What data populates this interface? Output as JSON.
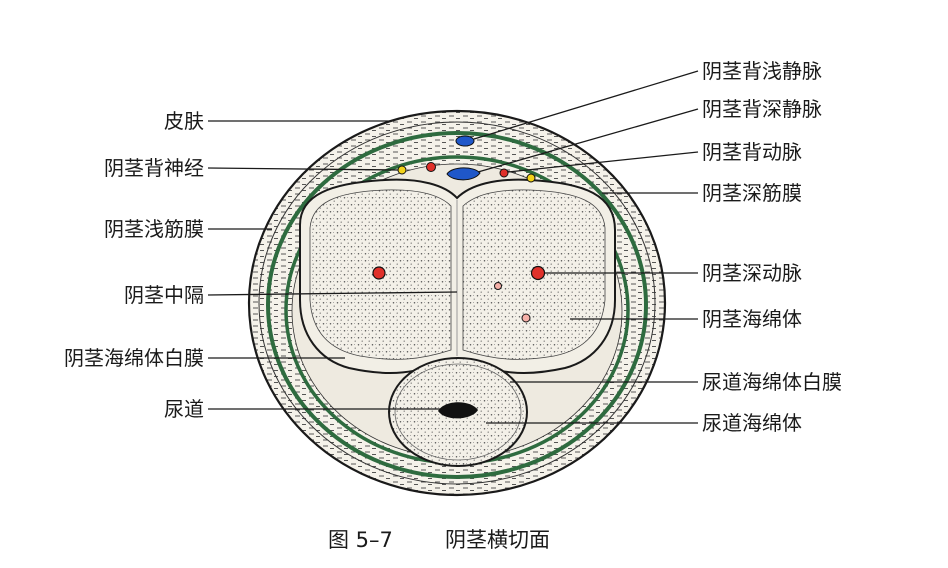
{
  "labels_left": [
    {
      "id": "skin",
      "text": "皮肤"
    },
    {
      "id": "dorsal_nerve",
      "text": "阴茎背神经"
    },
    {
      "id": "superficial_fascia",
      "text": "阴茎浅筋膜"
    },
    {
      "id": "septum",
      "text": "阴茎中隔"
    },
    {
      "id": "tunica_albuginea_cc",
      "text": "阴茎海绵体白膜"
    },
    {
      "id": "urethra",
      "text": "尿道"
    }
  ],
  "labels_right": [
    {
      "id": "superficial_dorsal_vein",
      "text": "阴茎背浅静脉"
    },
    {
      "id": "deep_dorsal_vein",
      "text": "阴茎背深静脉"
    },
    {
      "id": "dorsal_artery",
      "text": "阴茎背动脉"
    },
    {
      "id": "deep_fascia",
      "text": "阴茎深筋膜"
    },
    {
      "id": "deep_artery",
      "text": "阴茎深动脉"
    },
    {
      "id": "corpus_cavernosum",
      "text": "阴茎海绵体"
    },
    {
      "id": "tunica_albuginea_cs",
      "text": "尿道海绵体白膜"
    },
    {
      "id": "corpus_spongiosum",
      "text": "尿道海绵体"
    }
  ],
  "caption": {
    "figure": "图 5–7",
    "title": "阴茎横切面"
  },
  "colors": {
    "fascia_green": "#2e6b3f",
    "vein_blue": "#1f57c9",
    "artery_red": "#e0302a",
    "nerve_yellow": "#f2d21a",
    "tissue_fill": "#f1ede3",
    "ink": "#1a1a1a"
  }
}
